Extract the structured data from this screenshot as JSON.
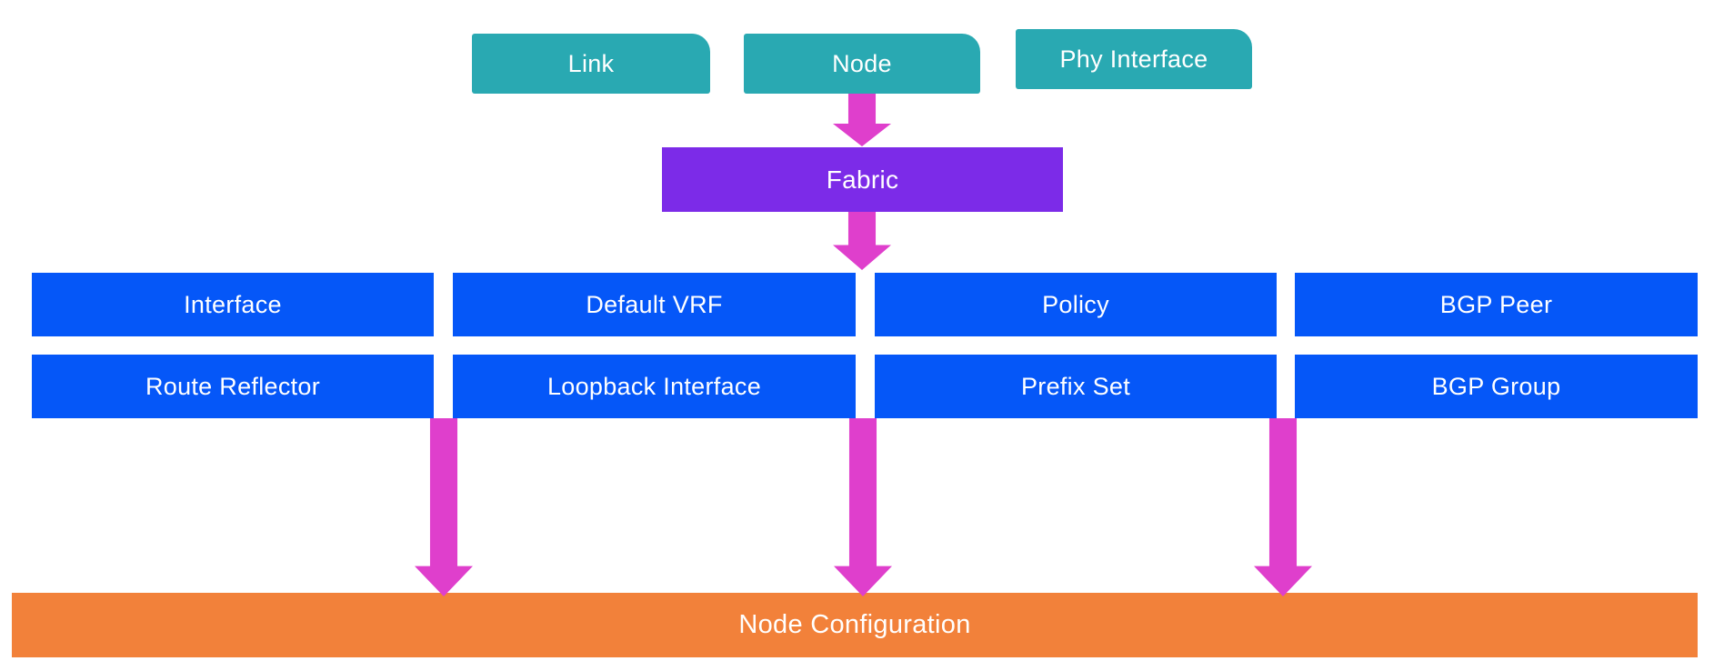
{
  "diagram": {
    "description": "Fabric intent to node configuration hierarchy diagram",
    "source_boxes": [
      {
        "label": "Link"
      },
      {
        "label": "Node"
      },
      {
        "label": "Phy Interface"
      }
    ],
    "fabric": {
      "label": "Fabric"
    },
    "grid": {
      "rows": [
        {
          "cells": [
            "Interface",
            "Default VRF",
            "Policy",
            "BGP Peer"
          ]
        },
        {
          "cells": [
            "Route Reflector",
            "Loopback Interface",
            "Prefix Set",
            "BGP Group"
          ]
        }
      ]
    },
    "sink": {
      "label": "Node Configuration"
    },
    "arrows": [
      {
        "name": "node-to-fabric"
      },
      {
        "name": "fabric-to-grid"
      },
      {
        "name": "grid-to-node-configuration-left"
      },
      {
        "name": "grid-to-node-configuration-middle"
      },
      {
        "name": "grid-to-node-configuration-right"
      }
    ],
    "colors": {
      "teal": "#29A9B2",
      "purple": "#7C2BE8",
      "blue": "#0557F8",
      "magenta": "#DF3FCC",
      "orange": "#F2813A",
      "text": "#FFFFFF"
    }
  }
}
